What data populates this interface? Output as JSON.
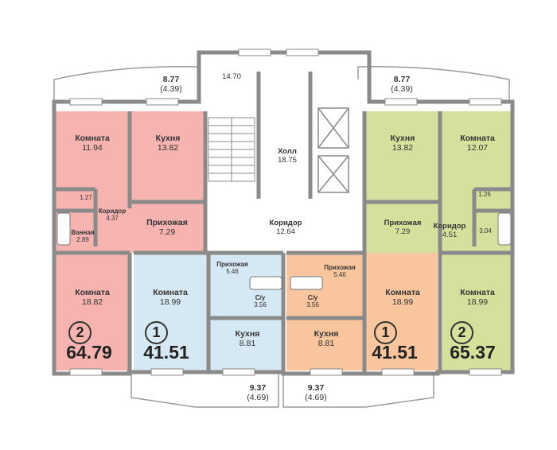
{
  "rooms": {
    "l_komnata_top": {
      "name": "Комната",
      "area": "11.94"
    },
    "l_kuhnya": {
      "name": "Кухня",
      "area": "13.82"
    },
    "l_koridor": {
      "name": "Коридор",
      "area": "4.37"
    },
    "l_bath": {
      "name": "Ванная",
      "area": "2.89"
    },
    "l_wc": {
      "area": "1.27"
    },
    "l_prihozhaya": {
      "name": "Прихожая",
      "area": "7.29"
    },
    "l_komnata_bottom": {
      "name": "Комната",
      "area": "18.82"
    },
    "c1_komnata": {
      "name": "Комната",
      "area": "18.99"
    },
    "c1_prihozhaya": {
      "name": "Прихожая",
      "area": "5.46"
    },
    "c1_su": {
      "name": "С/у",
      "area": "3.56"
    },
    "c1_kuhnya": {
      "name": "Кухня",
      "area": "8.81"
    },
    "c2_prihozhaya": {
      "name": "Прихожая",
      "area": "5.46"
    },
    "c2_su": {
      "name": "С/у",
      "area": "3.56"
    },
    "c2_kuhnya": {
      "name": "Кухня",
      "area": "8.81"
    },
    "r1_komnata": {
      "name": "Комната",
      "area": "18.99"
    },
    "r_kuhnya": {
      "name": "Кухня",
      "area": "13.82"
    },
    "r_komnata_top": {
      "name": "Комната",
      "area": "12.07"
    },
    "r_wc": {
      "area": "1.26"
    },
    "r_prihozhaya": {
      "name": "Прихожая",
      "area": "7.29"
    },
    "r_koridor": {
      "name": "Коридор",
      "area": "4.51"
    },
    "r_bath": {
      "area": "3.04"
    },
    "r_komnata_bottom": {
      "name": "Комната",
      "area": "18.99"
    },
    "stair": {
      "area": "14.70"
    },
    "holl": {
      "name": "Холл",
      "area": "18.75"
    },
    "koridor_common": {
      "name": "Коридор",
      "area": "12.64"
    }
  },
  "balconies": {
    "top_left": {
      "area": "8.77",
      "half": "(4.39)"
    },
    "top_right": {
      "area": "8.77",
      "half": "(4.39)"
    },
    "bottom_left": {
      "area": "9.37",
      "half": "(4.69)"
    },
    "bottom_right": {
      "area": "9.37",
      "half": "(4.69)"
    }
  },
  "apartments": [
    {
      "rooms": "2",
      "total": "64.79"
    },
    {
      "rooms": "1",
      "total": "41.51"
    },
    {
      "rooms": "1",
      "total": "41.51"
    },
    {
      "rooms": "2",
      "total": "65.37"
    }
  ],
  "colors": {
    "pink": "#f6b3b0",
    "blue": "#d6e8f3",
    "orange": "#f8c59e",
    "green": "#d5e09c",
    "corridor": "#ffffff",
    "wall": "#8a8a8a"
  }
}
